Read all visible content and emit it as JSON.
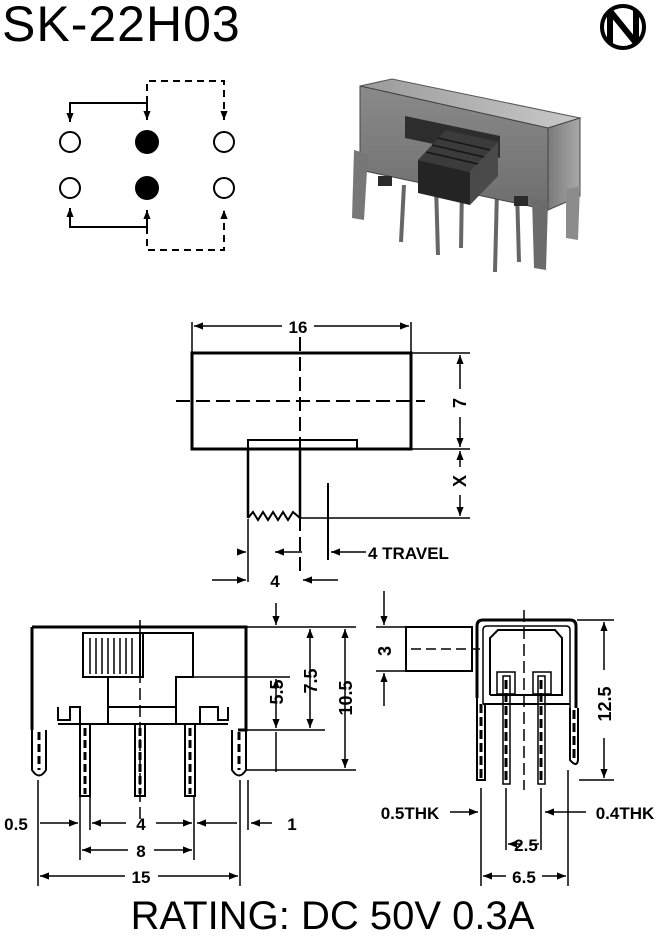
{
  "title": "SK-22H03",
  "logo": {
    "letter": "N"
  },
  "rating": "RATING: DC 50V 0.3A",
  "dims": {
    "top_width": "16",
    "top_height": "7",
    "top_x": "X",
    "travel": "4 TRAVEL",
    "knob_width": "4",
    "front_knob_h": "5.5",
    "front_body_h": "7.5",
    "front_total_h": "10.5",
    "front_left_off": "0.5",
    "front_pin_pitch": "4",
    "front_right_off": "1",
    "front_span": "8",
    "front_width": "15",
    "side_knob_h": "3",
    "side_height": "12.5",
    "side_left_thk": "0.5THK",
    "side_right_thk": "0.4THK",
    "side_pitch": "2.5",
    "side_width": "6.5"
  }
}
